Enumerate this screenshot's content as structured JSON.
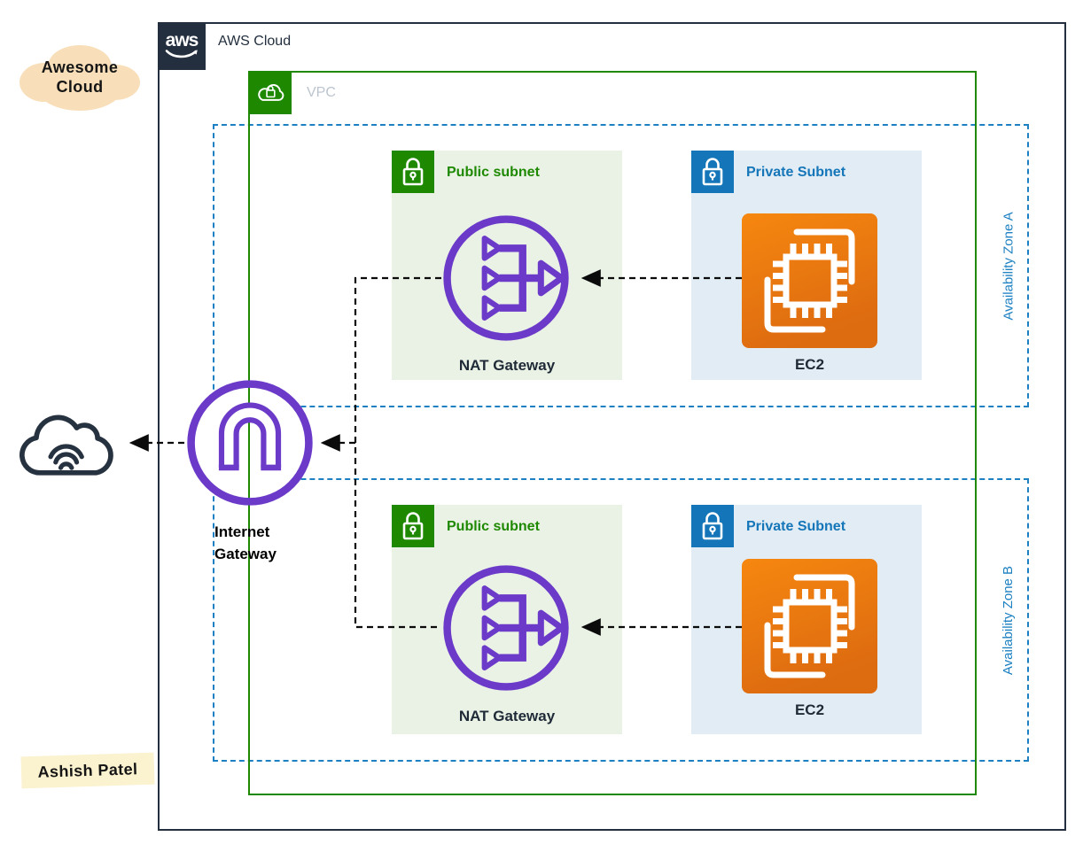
{
  "stickers": {
    "cloud_note_line1": "Awesome",
    "cloud_note_line2": "Cloud",
    "author_note": "Ashish Patel"
  },
  "aws_cloud": {
    "logo_text": "aws",
    "label": "AWS Cloud"
  },
  "vpc": {
    "label": "VPC"
  },
  "internet_gateway": {
    "label_line1": "Internet",
    "label_line2": "Gateway"
  },
  "zones": [
    {
      "label": "Availability Zone A",
      "public_subnet": {
        "label": "Public subnet",
        "service_label": "NAT Gateway"
      },
      "private_subnet": {
        "label": "Private Subnet",
        "service_label": "EC2"
      }
    },
    {
      "label": "Availability Zone B",
      "public_subnet": {
        "label": "Public subnet",
        "service_label": "NAT Gateway"
      },
      "private_subnet": {
        "label": "Private Subnet",
        "service_label": "EC2"
      }
    }
  ],
  "icons": {
    "aws_logo": "aws-smile-logo",
    "vpc": "cloud-lock-icon",
    "public_subnet": "padlock-icon",
    "private_subnet": "padlock-icon",
    "nat_gateway": "nat-gateway-icon",
    "ec2": "ec2-chip-icon",
    "internet_gateway": "gateway-arch-icon",
    "internet": "internet-cloud-icon"
  },
  "colors": {
    "aws_navy": "#232F3E",
    "vpc_green": "#1E8900",
    "public_subnet_bg": "#EAF2E6",
    "private_blue": "#1476B8",
    "private_subnet_bg": "#E2ECF5",
    "az_border_blue": "#1C80C2",
    "gateway_purple": "#6B3AC9",
    "ec2_orange_light": "#F6870F",
    "ec2_orange_dark": "#DD6B10",
    "note_peach_bg": "#F8DFBA",
    "note_yellow_bg": "#FBF2CF"
  }
}
